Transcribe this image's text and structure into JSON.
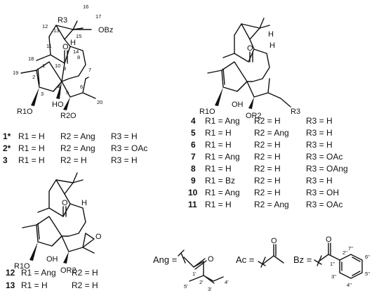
{
  "structures": {
    "a": {
      "atoms": {
        "r3": "R3",
        "bz": "OBz",
        "o": "O",
        "h14": "H",
        "ho": "HO",
        "r1o": "R1O",
        "r2o": "R2O"
      },
      "numbering": [
        "16",
        "17",
        "12",
        "13",
        "15",
        "14",
        "11",
        "18",
        "9",
        "10",
        "8",
        "7",
        "1",
        "2",
        "19",
        "3",
        "4",
        "5",
        "6",
        "20"
      ]
    },
    "b": {
      "atoms": {
        "o": "O",
        "h1": "H",
        "h2": "H",
        "r1o": "R1O",
        "oh": "OH",
        "or2": "OR2",
        "r3": "R3"
      }
    },
    "c": {
      "atoms": {
        "o": "O",
        "h": "H",
        "o2": "O",
        "r1o": "R1O",
        "oh": "OH",
        "or2": "OR2"
      }
    }
  },
  "compounds_a": [
    {
      "id": "1*",
      "r1": "R1 = H",
      "r2": "R2 = Ang",
      "r3": "R3 = H"
    },
    {
      "id": "2*",
      "r1": "R1 = H",
      "r2": "R2 = Ang",
      "r3": "R3 = OAc"
    },
    {
      "id": "3",
      "r1": "R1 = H",
      "r2": "R2 = H",
      "r3": "R3 = H"
    }
  ],
  "compounds_b": [
    {
      "id": "4",
      "r1": "R1 = Ang",
      "r2": "R2 = H",
      "r3": "R3 = H"
    },
    {
      "id": "5",
      "r1": "R1 = H",
      "r2": "R2 = Ang",
      "r3": "R3 = H"
    },
    {
      "id": "6",
      "r1": "R1 = H",
      "r2": "R2 = H",
      "r3": "R3 = H"
    },
    {
      "id": "7",
      "r1": "R1 = Ang",
      "r2": "R2 = H",
      "r3": "R3 = OAc"
    },
    {
      "id": "8",
      "r1": "R1 = H",
      "r2": "R2 = H",
      "r3": "R3 = OAng"
    },
    {
      "id": "9",
      "r1": "R1 = Bz",
      "r2": "R2 = H",
      "r3": "R3 = H"
    },
    {
      "id": "10",
      "r1": "R1 = Ang",
      "r2": "R2 = H",
      "r3": "R3 = OH"
    },
    {
      "id": "11",
      "r1": "R1 = H",
      "r2": "R2 = Ang",
      "r3": "R3 = OAc"
    }
  ],
  "compounds_c": [
    {
      "id": "12",
      "r1": "R1 = Ang",
      "r2": "R2 = H"
    },
    {
      "id": "13",
      "r1": "R1 = H",
      "r2": "R2 = H"
    }
  ],
  "substituents": {
    "ang": {
      "label": "Ang =",
      "o": "O",
      "nums": [
        "1'",
        "2'",
        "3'",
        "4'",
        "5'"
      ]
    },
    "ac": {
      "label": "Ac =",
      "o": "O"
    },
    "bz": {
      "label": "Bz =",
      "o": "O",
      "nums": [
        "1''",
        "2''",
        "3''",
        "4''",
        "5''",
        "6''",
        "7''"
      ]
    }
  }
}
